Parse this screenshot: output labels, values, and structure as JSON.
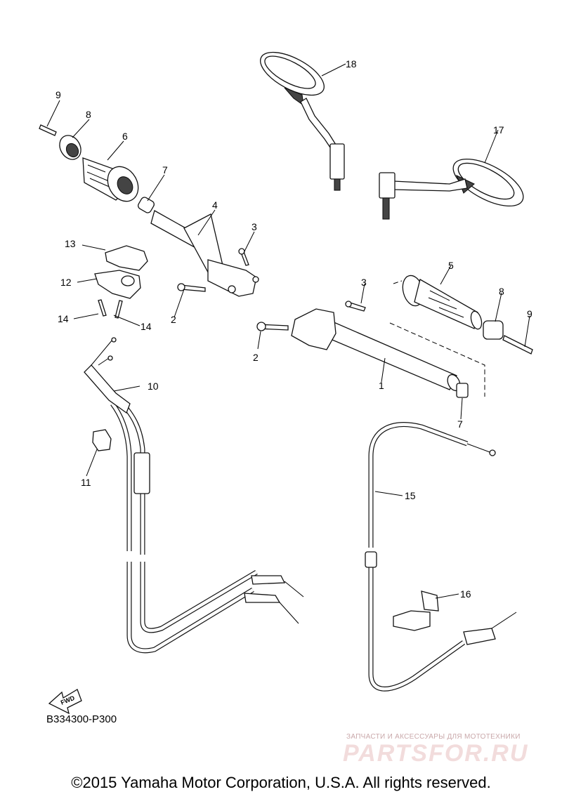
{
  "diagram": {
    "callouts": [
      "1",
      "2",
      "2",
      "3",
      "3",
      "4",
      "5",
      "6",
      "7",
      "7",
      "8",
      "8",
      "9",
      "9",
      "10",
      "11",
      "12",
      "13",
      "14",
      "14",
      "15",
      "16",
      "17",
      "18"
    ],
    "fwd_label": "FWD",
    "ref_code": "B334300-P300"
  },
  "watermark": {
    "tagline": "ЗАПЧАСТИ И АКСЕССУАРЫ ДЛЯ МОТОТЕХНИКИ",
    "logo": "PARTSFOR.RU"
  },
  "footer": {
    "copyright": "©2015 Yamaha Motor Corporation, U.S.A. All rights reserved."
  }
}
